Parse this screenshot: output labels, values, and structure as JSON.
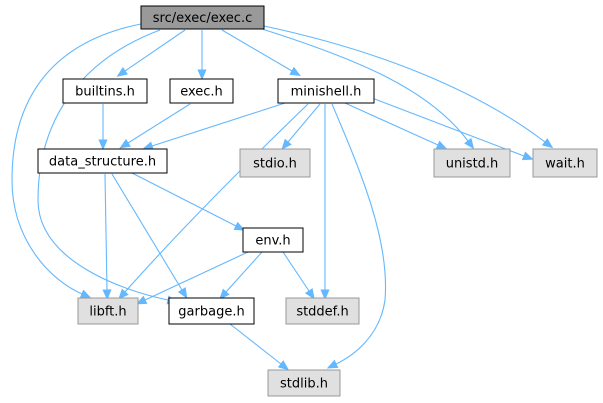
{
  "diagram": {
    "nodes": {
      "exec_c": {
        "label": "src/exec/exec.c",
        "style": "root"
      },
      "builtins_h": {
        "label": "builtins.h",
        "style": "file"
      },
      "exec_h": {
        "label": "exec.h",
        "style": "file"
      },
      "minishell_h": {
        "label": "minishell.h",
        "style": "file"
      },
      "data_structure_h": {
        "label": "data_structure.h",
        "style": "file"
      },
      "stdio_h": {
        "label": "stdio.h",
        "style": "system"
      },
      "unistd_h": {
        "label": "unistd.h",
        "style": "system"
      },
      "wait_h": {
        "label": "wait.h",
        "style": "system"
      },
      "env_h": {
        "label": "env.h",
        "style": "file"
      },
      "libft_h": {
        "label": "libft.h",
        "style": "system"
      },
      "garbage_h": {
        "label": "garbage.h",
        "style": "file"
      },
      "stddef_h": {
        "label": "stddef.h",
        "style": "system"
      },
      "stdlib_h": {
        "label": "stdlib.h",
        "style": "system"
      }
    },
    "edges": [
      [
        "exec_c",
        "builtins_h"
      ],
      [
        "exec_c",
        "exec_h"
      ],
      [
        "exec_c",
        "minishell_h"
      ],
      [
        "exec_c",
        "libft_h"
      ],
      [
        "exec_c",
        "garbage_h"
      ],
      [
        "exec_c",
        "unistd_h"
      ],
      [
        "exec_c",
        "wait_h"
      ],
      [
        "builtins_h",
        "data_structure_h"
      ],
      [
        "exec_h",
        "data_structure_h"
      ],
      [
        "minishell_h",
        "data_structure_h"
      ],
      [
        "minishell_h",
        "libft_h"
      ],
      [
        "minishell_h",
        "stdio_h"
      ],
      [
        "minishell_h",
        "stddef_h"
      ],
      [
        "minishell_h",
        "unistd_h"
      ],
      [
        "minishell_h",
        "wait_h"
      ],
      [
        "minishell_h",
        "stdlib_h"
      ],
      [
        "data_structure_h",
        "env_h"
      ],
      [
        "data_structure_h",
        "libft_h"
      ],
      [
        "data_structure_h",
        "garbage_h"
      ],
      [
        "env_h",
        "libft_h"
      ],
      [
        "env_h",
        "garbage_h"
      ],
      [
        "env_h",
        "stddef_h"
      ],
      [
        "garbage_h",
        "stdlib_h"
      ]
    ],
    "colors": {
      "edge": "#63b8ff",
      "root_fill": "#999999",
      "file_fill": "#ffffff",
      "system_fill": "#e0e0e0",
      "file_border": "#000000",
      "system_border": "#999999"
    }
  }
}
